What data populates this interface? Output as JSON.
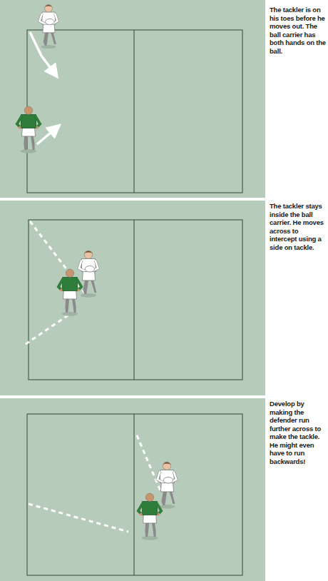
{
  "diagram": {
    "labels": [
      "The tackler is on his toes before he moves out. The ball carrier has both hands on the ball.",
      "The tackler stays inside the ball carrier. He moves across to intercept using a side on tackle.",
      "Develop by making the defender run further across to make the tackle. He might even have to run backwards!"
    ]
  }
}
